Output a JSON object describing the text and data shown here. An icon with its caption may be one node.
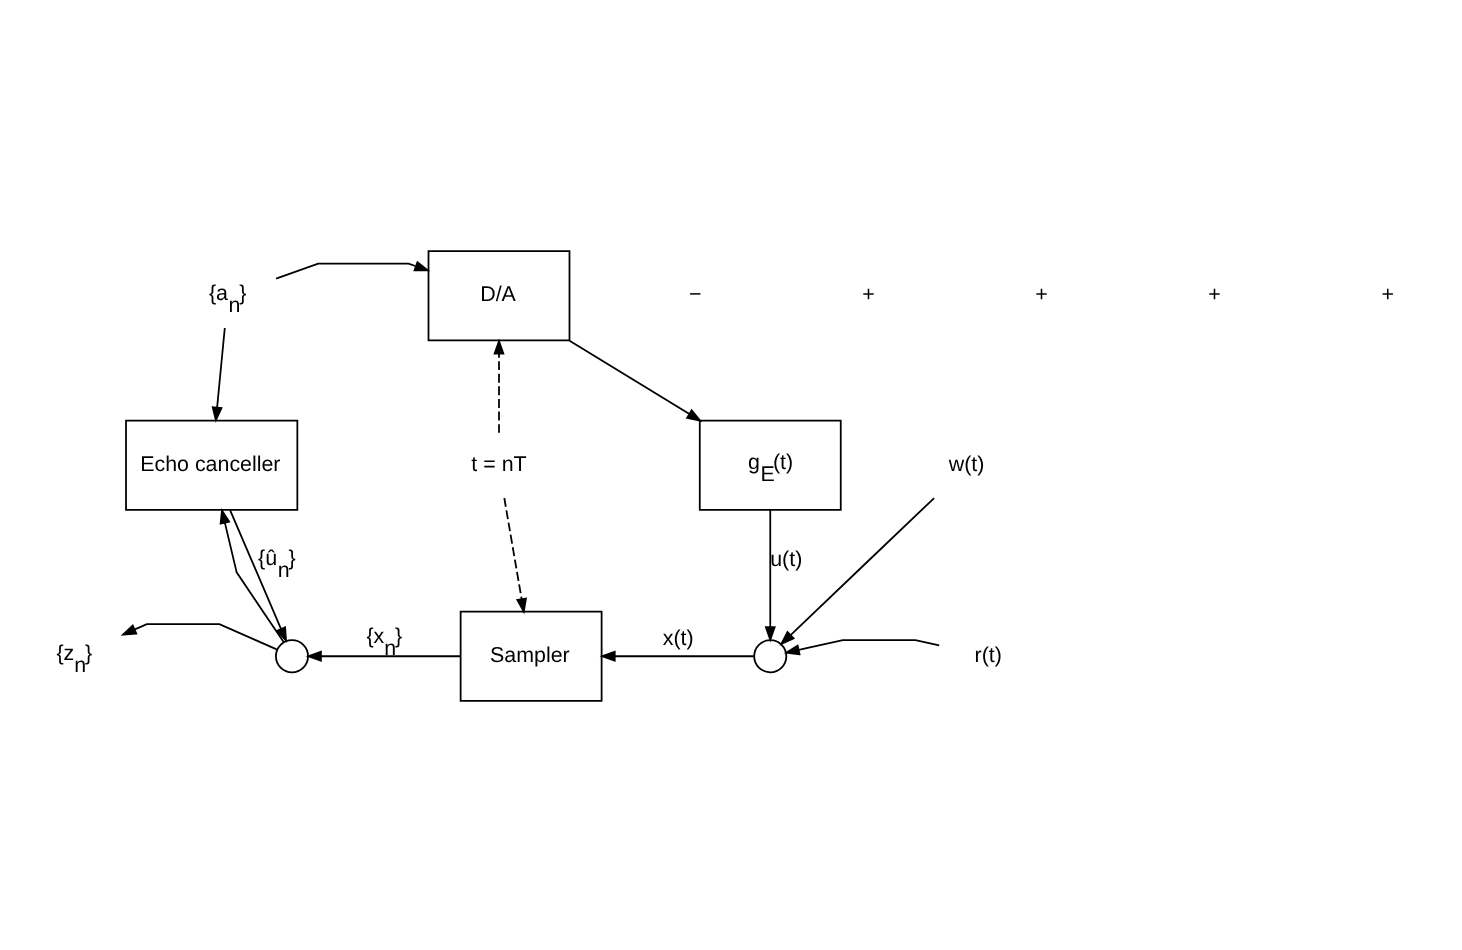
{
  "diagram": {
    "nodes": [
      {
        "text": [
          "{a$_{n}$}"
        ]
      },
      {
        "text": [
          "D/A"
        ]
      },
      {
        "text": [
          "Echo canceller"
        ]
      },
      {
        "text": [
          "t = nT"
        ]
      },
      {
        "text": [
          "g$_{E}$(t)"
        ]
      },
      {
        "text": [
          "{z$_{n}$}"
        ]
      },
      {
        "text": [],
        "shape": "circle"
      },
      {
        "text": [
          "Sampler"
        ]
      },
      {
        "text": [],
        "shape": "circle"
      },
      {
        "text": [
          "r(t)"
        ]
      },
      {
        "text": [
          "w(t)"
        ]
      }
    ],
    "edges": [
      {
        "from": 0,
        "to": 1,
        "arrow": "to"
      },
      {
        "from": 0,
        "to": 2,
        "arrow": "to"
      },
      {
        "from": 1,
        "to": 4,
        "arrow": "to"
      },
      {
        "from": 4,
        "to": 8,
        "arrow": "to",
        "label": "u(t)"
      },
      {
        "from": 9,
        "to": 8,
        "arrow": "to"
      },
      {
        "from": 10,
        "to": 8,
        "arrow": "to"
      },
      {
        "from": 8,
        "to": 7,
        "arrow": "to",
        "label": "x(t)"
      },
      {
        "from": 7,
        "to": 6,
        "arrow": "to",
        "label": "{x$_{n}$}"
      },
      {
        "from": 2,
        "to": 6,
        "arrow": "to",
        "label": "{û$_{n}$}"
      },
      {
        "from": 6,
        "to": 5,
        "arrow": "to"
      },
      {
        "from": 6,
        "to": 2,
        "arrow": "to"
      },
      {
        "from": 3,
        "to": 1,
        "arrow": "to",
        "style": "dashed"
      },
      {
        "from": 3,
        "to": 7,
        "arrow": "to",
        "style": "dashed"
      }
    ],
    "labels": [
      "−",
      "+",
      "+",
      "+",
      "+"
    ]
  }
}
